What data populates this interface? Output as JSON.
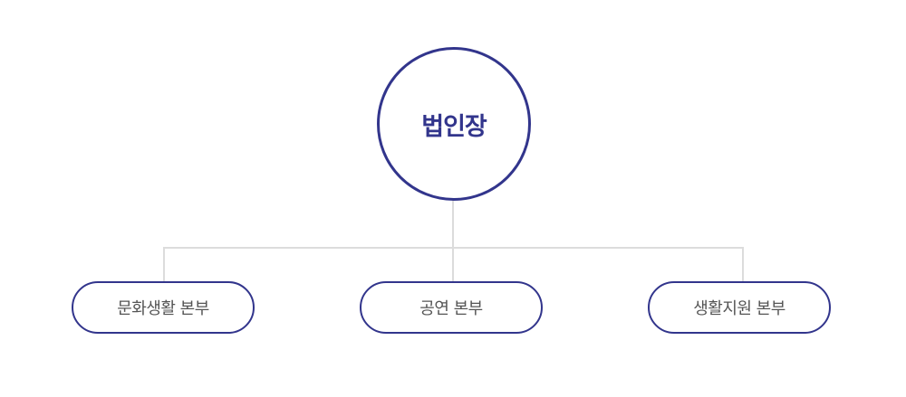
{
  "colors": {
    "accent": "#32358c",
    "connector": "#dcdcdc",
    "child_text": "#555555"
  },
  "root": {
    "label": "법인장"
  },
  "divisions": [
    {
      "label": "문화생활 본부"
    },
    {
      "label": "공연 본부"
    },
    {
      "label": "생활지원 본부"
    }
  ]
}
